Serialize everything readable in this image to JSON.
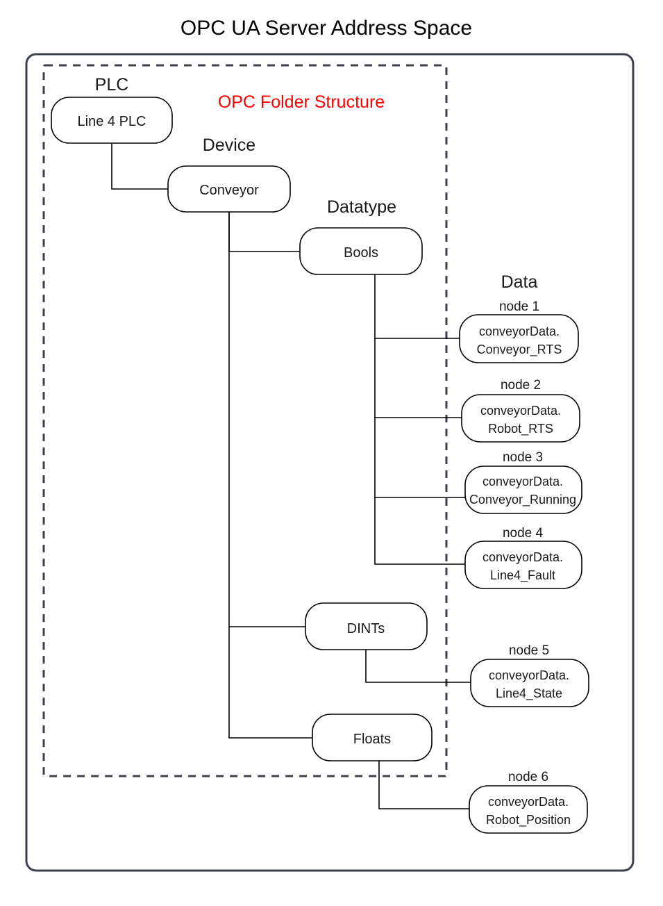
{
  "title": "OPC UA Server Address Space",
  "folder_structure_label": "OPC Folder Structure",
  "group_labels": {
    "plc": "PLC",
    "device": "Device",
    "datatype": "Datatype",
    "data": "Data"
  },
  "nodes": {
    "plc": {
      "label": "Line 4 PLC"
    },
    "device": {
      "label": "Conveyor"
    },
    "bools": {
      "label": "Bools"
    },
    "dints": {
      "label": "DINTs"
    },
    "floats": {
      "label": "Floats"
    }
  },
  "data_nodes": [
    {
      "caption": "node 1",
      "line1": "conveyorData.",
      "line2": "Conveyor_RTS",
      "parent": "Bools"
    },
    {
      "caption": "node 2",
      "line1": "conveyorData.",
      "line2": "Robot_RTS",
      "parent": "Bools"
    },
    {
      "caption": "node 3",
      "line1": "conveyorData.",
      "line2": "Conveyor_Running",
      "parent": "Bools"
    },
    {
      "caption": "node 4",
      "line1": "conveyorData.",
      "line2": "Line4_Fault",
      "parent": "Bools"
    },
    {
      "caption": "node 5",
      "line1": "conveyorData.",
      "line2": "Line4_State",
      "parent": "DINTs"
    },
    {
      "caption": "node 6",
      "line1": "conveyorData.",
      "line2": "Robot_Position",
      "parent": "Floats"
    }
  ],
  "colors": {
    "accent_red": "#ff0000",
    "frame": "#3c414c",
    "node_stroke": "#000000",
    "text": "#1a1a1a"
  }
}
